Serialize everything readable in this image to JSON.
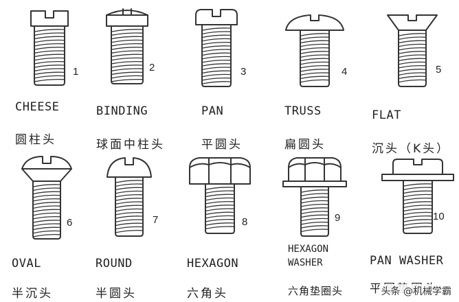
{
  "items": [
    {
      "number": "1",
      "name_en": "CHEESE",
      "name_zh": "圆柱头"
    },
    {
      "number": "2",
      "name_en": "BINDING",
      "name_zh": "球面中柱头"
    },
    {
      "number": "3",
      "name_en": "PAN",
      "name_zh": "平圆头"
    },
    {
      "number": "4",
      "name_en": "TRUSS",
      "name_zh": "扁圆头"
    },
    {
      "number": "5",
      "name_en": "FLAT",
      "name_zh": "沉头（K头）"
    },
    {
      "number": "6",
      "name_en": "OVAL",
      "name_zh": "半沉头"
    },
    {
      "number": "7",
      "name_en": "ROUND",
      "name_zh": "半圆头"
    },
    {
      "number": "8",
      "name_en": "HEXAGON",
      "name_zh": "六角头"
    },
    {
      "number": "9",
      "name_en": "HEXAGON WASHER",
      "name_en_line1": "HEXAGON",
      "name_en_line2": "WASHER",
      "name_zh": "六角垫圈头"
    },
    {
      "number": "10",
      "name_en": "PAN WASHER",
      "name_zh": "平圆垫圈头"
    }
  ],
  "watermark": "头条 @机械学霸"
}
